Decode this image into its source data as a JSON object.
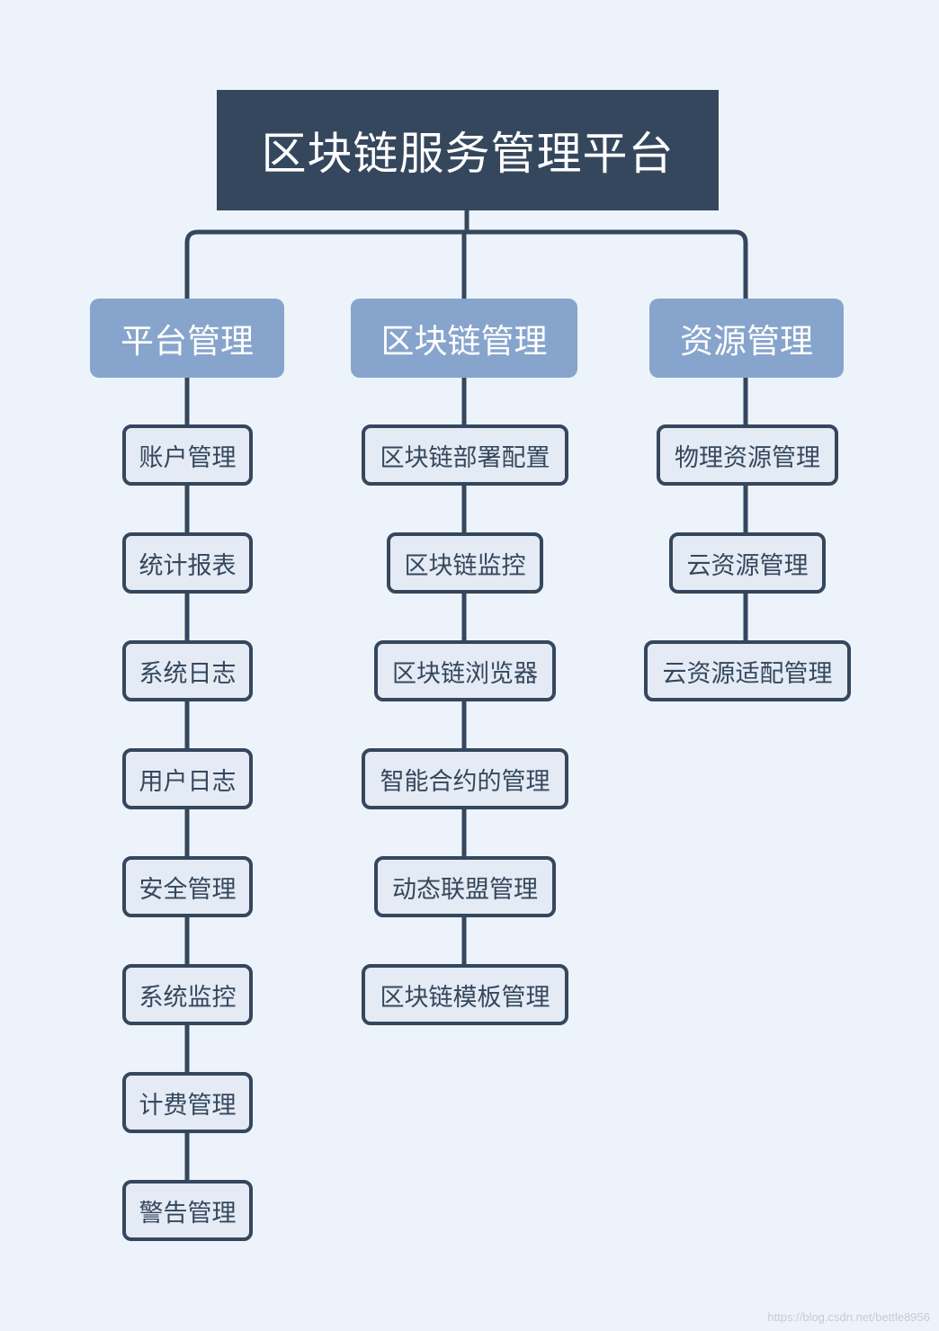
{
  "root": {
    "label": "区块链服务管理平台"
  },
  "categories": [
    {
      "label": "平台管理",
      "items": [
        "账户管理",
        "统计报表",
        "系统日志",
        "用户日志",
        "安全管理",
        "系统监控",
        "计费管理",
        "警告管理"
      ]
    },
    {
      "label": "区块链管理",
      "items": [
        "区块链部署配置",
        "区块链监控",
        "区块链浏览器",
        "智能合约的管理",
        "动态联盟管理",
        "区块链模板管理"
      ]
    },
    {
      "label": "资源管理",
      "items": [
        "物理资源管理",
        "云资源管理",
        "云资源适配管理"
      ]
    }
  ],
  "footer": {
    "text": "https://blog.csdn.net/bettle8956"
  },
  "colors": {
    "background": "#edf3fa",
    "root_fill": "#35475d",
    "category_fill": "#87a5cc",
    "leaf_fill": "#e4ebf4",
    "stroke": "#35475d"
  }
}
